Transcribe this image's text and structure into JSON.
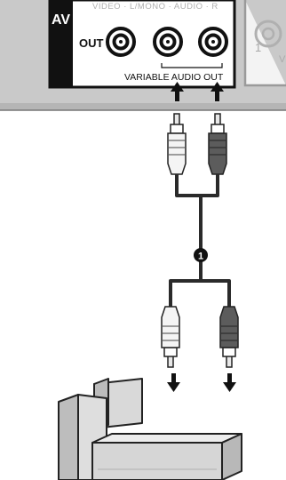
{
  "panel": {
    "av_tag": "AV",
    "top_strip_text": "VIDEO · L/MONO · AUDIO · R",
    "out_label": "OUT",
    "variable_audio_out_label": "VARIABLE AUDIO OUT",
    "faded_jack_number": "1"
  },
  "cable": {
    "step_number": "1"
  },
  "colors": {
    "panel": "#c9c9c9",
    "panel_edge": "#555555",
    "av_tag_bg": "#111111",
    "white_plug": "#f4f4f4",
    "red_plug": "#5c5c5c",
    "wire": "#2a2a2a",
    "speaker": "#d6d6d6"
  }
}
